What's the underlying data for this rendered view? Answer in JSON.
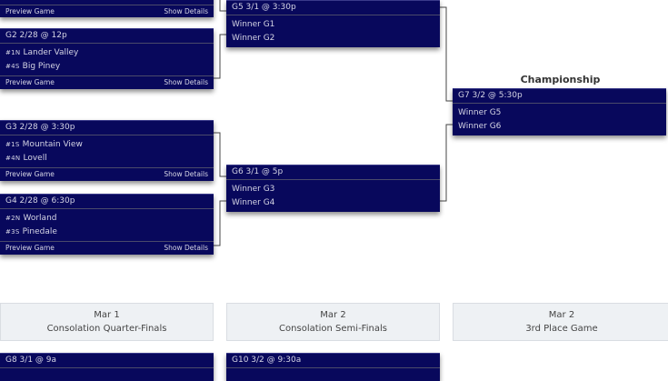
{
  "labels": {
    "preview": "Preview Game",
    "details": "Show Details",
    "championship": "Championship"
  },
  "games": {
    "g1": {
      "footer": true
    },
    "g2": {
      "header": "G2 2/28 @ 12p",
      "teams": [
        {
          "seed": "#1N",
          "name": "Lander Valley"
        },
        {
          "seed": "#4S",
          "name": "Big Piney"
        }
      ]
    },
    "g3": {
      "header": "G3 2/28 @ 3:30p",
      "teams": [
        {
          "seed": "#1S",
          "name": "Mountain View"
        },
        {
          "seed": "#4N",
          "name": "Lovell"
        }
      ]
    },
    "g4": {
      "header": "G4 2/28 @ 6:30p",
      "teams": [
        {
          "seed": "#2N",
          "name": "Worland"
        },
        {
          "seed": "#3S",
          "name": "Pinedale"
        }
      ]
    },
    "g5": {
      "header": "G5 3/1 @ 3:30p",
      "teams": [
        "Winner G1",
        "Winner G2"
      ]
    },
    "g6": {
      "header": "G6 3/1 @ 5p",
      "teams": [
        "Winner G3",
        "Winner G4"
      ]
    },
    "g7": {
      "header": "G7 3/2 @ 5:30p",
      "teams": [
        "Winner G5",
        "Winner G6"
      ]
    },
    "g8": {
      "header": "G8 3/1 @ 9a"
    },
    "g10": {
      "header": "G10 3/2 @ 9:30a"
    }
  },
  "rounds": [
    {
      "date": "Mar 1",
      "name": "Consolation Quarter-Finals"
    },
    {
      "date": "Mar 2",
      "name": "Consolation Semi-Finals"
    },
    {
      "date": "Mar 2",
      "name": "3rd Place Game"
    }
  ]
}
